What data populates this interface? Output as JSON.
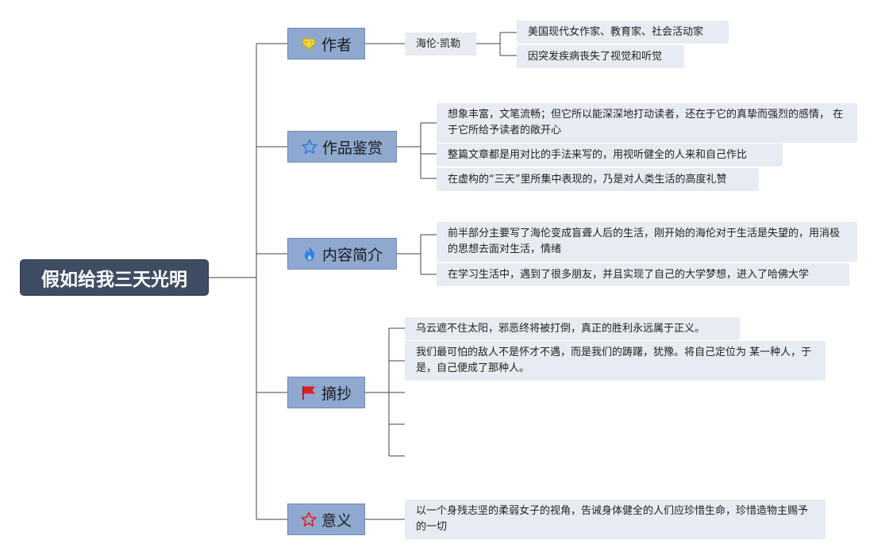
{
  "root": {
    "title": "假如给我三天光明"
  },
  "categories": [
    {
      "label": "作者",
      "icon": "diamond-icon"
    },
    {
      "label": "作品鉴赏",
      "icon": "star-outline-icon"
    },
    {
      "label": "内容简介",
      "icon": "flame-icon"
    },
    {
      "label": "摘抄",
      "icon": "red-flag-icon"
    },
    {
      "label": "意义",
      "icon": "red-star-outline-icon"
    }
  ],
  "author": {
    "name": "海伦·凯勒",
    "details": [
      "美国现代女作家、教育家、社会活动家",
      "因突发疾病丧失了视觉和听觉"
    ]
  },
  "appreciation": [
    "想象丰富，文笔流畅；但它所以能深深地打动读者，还在于它的真挚而强烈的感情， 在于它所给予读者的敞开心",
    "整篇文章都是用对比的手法来写的，用视听健全的人来和自己作比",
    "在虚构的“三天”里所集中表现的，乃是对人类生活的高度礼赞"
  ],
  "summary": [
    "前半部分主要写了海伦变成盲聋人后的生活，刚开始的海伦对于生活是失望的，用消极的思想去面对生活，情绪",
    "在学习生活中，遇到了很多朋友，并且实现了自己的大学梦想，进入了哈佛大学"
  ],
  "excerpts": [
    "乌云遮不住太阳，邪恶终将被打倒，真正的胜利永远属于正义。",
    "我们最可怕的敌人不是怀才不遇，而是我们的踌躇，犹豫。将自己定位为 某一种人，于是，自己便成了那种人。",
    "",
    "",
    ""
  ],
  "meaning": [
    "以一个身残志坚的柔弱女子的视角，告诫身体健全的人们应珍惜生命，珍惜造物主赐予的一切"
  ],
  "colors": {
    "root_bg": "#3f4d63",
    "category_bg": "#8ea8cf",
    "leaf_bg": "#e7ebf2",
    "line": "#3a4350",
    "accent_red": "#e02020",
    "accent_blue": "#2f7fe0"
  }
}
